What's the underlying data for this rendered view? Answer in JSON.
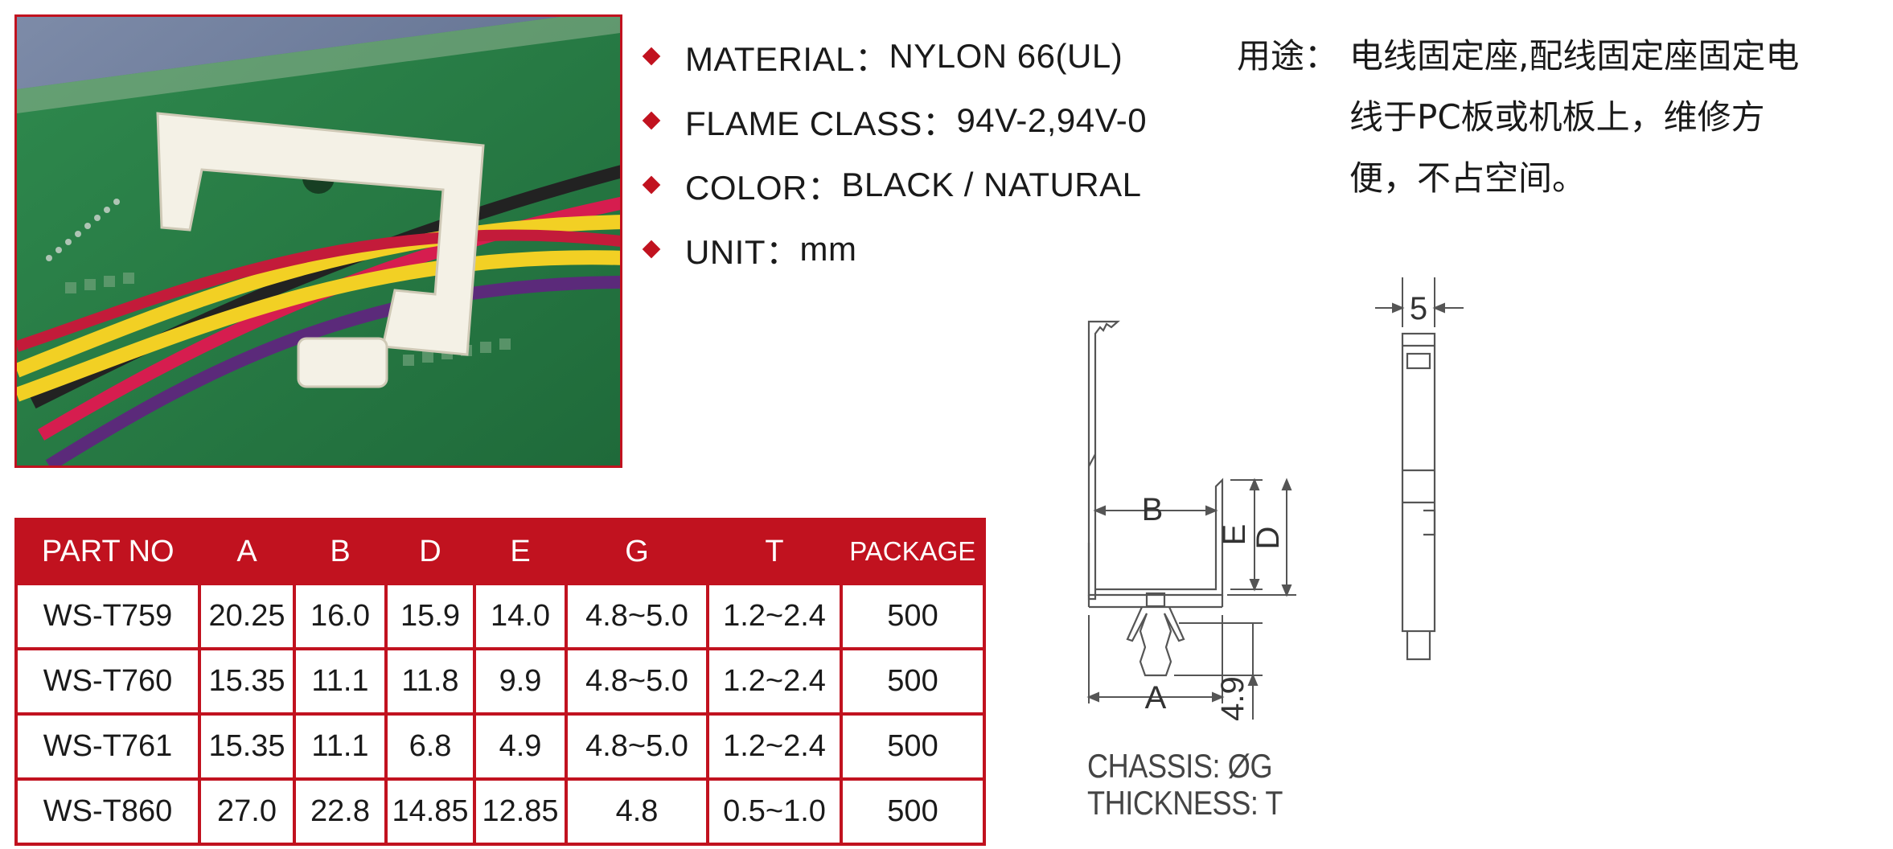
{
  "specs": [
    {
      "label": "MATERIAL：",
      "value": "NYLON 66(UL)"
    },
    {
      "label": "FLAME CLASS：",
      "value": "94V-2,94V-0"
    },
    {
      "label": "COLOR：",
      "value": "BLACK / NATURAL"
    },
    {
      "label": "UNIT：",
      "value": "mm"
    }
  ],
  "usage": {
    "label": "用途：",
    "text": "电线固定座,配线固定座固定电\n线于PC板或机板上，维修方\n便，不占空间。"
  },
  "table": {
    "headers": [
      "PART NO",
      "A",
      "B",
      "D",
      "E",
      "G",
      "T",
      "PACKAGE"
    ],
    "rows": [
      [
        "WS-T759",
        "20.25",
        "16.0",
        "15.9",
        "14.0",
        "4.8~5.0",
        "1.2~2.4",
        "500"
      ],
      [
        "WS-T760",
        "15.35",
        "11.1",
        "11.8",
        "9.9",
        "4.8~5.0",
        "1.2~2.4",
        "500"
      ],
      [
        "WS-T761",
        "15.35",
        "11.1",
        "6.8",
        "4.9",
        "4.8~5.0",
        "1.2~2.4",
        "500"
      ],
      [
        "WS-T860",
        "27.0",
        "22.8",
        "14.85",
        "12.85",
        "4.8",
        "0.5~1.0",
        "500"
      ]
    ]
  },
  "drawing": {
    "label_b": "B",
    "label_e": "E",
    "label_d": "D",
    "label_a": "A",
    "label_49": "4.9",
    "label_5": "5"
  },
  "notes": {
    "line1": "CHASSIS: ØG",
    "line2": "THICKNESS: T"
  },
  "colors": {
    "accent": "#c1121f",
    "header_text": "#ffffff"
  }
}
